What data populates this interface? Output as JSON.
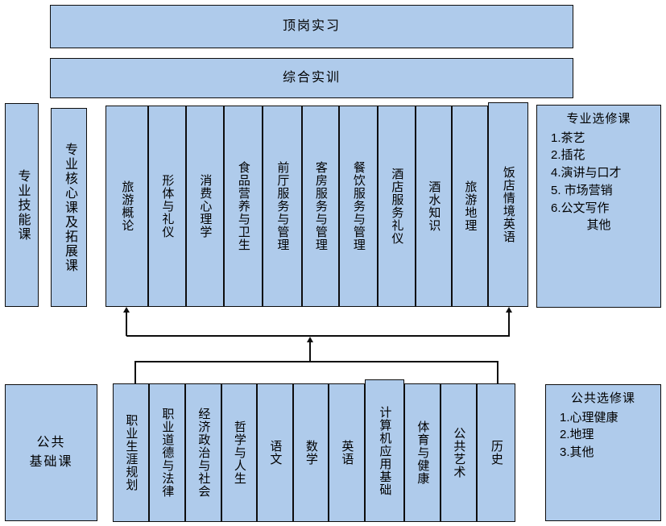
{
  "diagram": {
    "title_banners": [
      {
        "label": "顶岗实习"
      },
      {
        "label": "综合实训"
      }
    ],
    "left_labels": [
      {
        "label": "专业技能课"
      },
      {
        "label": "专业核心课及拓展课"
      },
      {
        "label": "公共\n基础课",
        "line1": "公共",
        "line2": "基础课"
      }
    ],
    "core_courses": [
      {
        "label": "旅游概论"
      },
      {
        "label": "形体与礼仪"
      },
      {
        "label": "消费心理学"
      },
      {
        "label": "食品营养与卫生"
      },
      {
        "label": "前厅服务与管理"
      },
      {
        "label": "客房服务与管理"
      },
      {
        "label": "餐饮服务与管理"
      },
      {
        "label": "酒店服务礼仪"
      },
      {
        "label": "酒水知识"
      },
      {
        "label": "旅游地理"
      },
      {
        "label": "饭店情境英语"
      }
    ],
    "basic_courses": [
      {
        "label": "职业生涯规划"
      },
      {
        "label": "职业道德与法律"
      },
      {
        "label": "经济政治与社会"
      },
      {
        "label": "哲学与人生"
      },
      {
        "label": "语文"
      },
      {
        "label": "数学"
      },
      {
        "label": "英语"
      },
      {
        "label": "计算机应用基础"
      },
      {
        "label": "体育与健康"
      },
      {
        "label": "公共艺术"
      },
      {
        "label": "历史"
      }
    ],
    "major_elective": {
      "title": "专业选修课",
      "items": [
        "1.茶艺",
        "2.插花",
        "4.演讲与口才",
        "5. 市场营销",
        "6.公文写作"
      ],
      "extra": "其他"
    },
    "public_elective": {
      "title": "公共选修课",
      "items": [
        "1.心理健康",
        "2.地理",
        "3.其他"
      ]
    },
    "colors": {
      "box_fill": "#AFCBEB",
      "box_border": "#0d0d0d",
      "background": "#ffffff"
    }
  }
}
